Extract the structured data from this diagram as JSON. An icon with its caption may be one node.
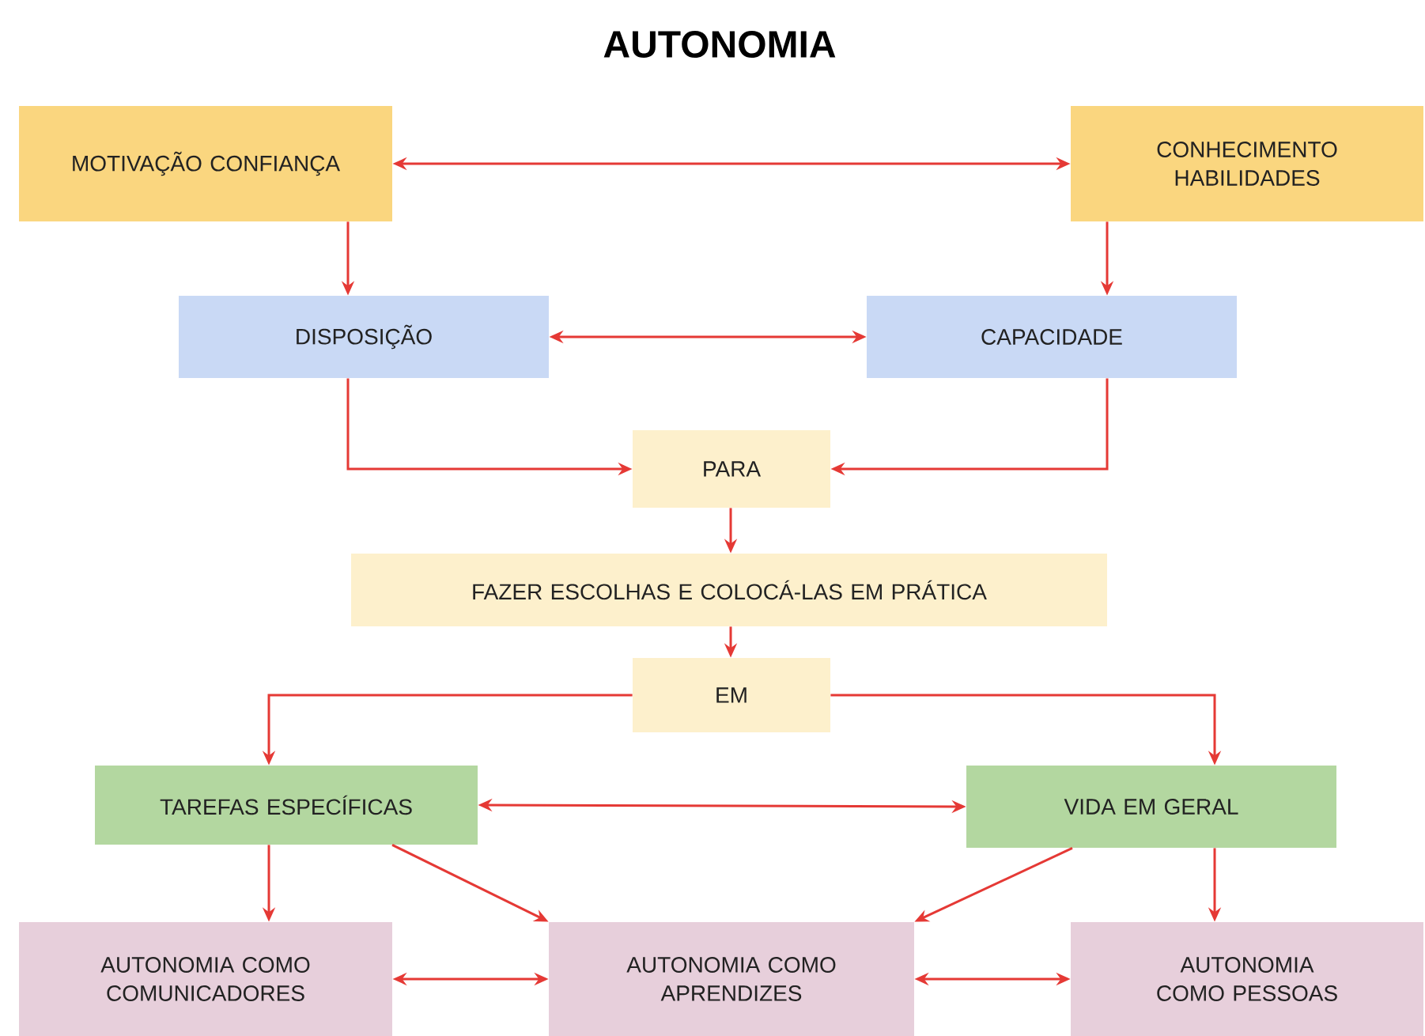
{
  "diagram": {
    "title": "AUTONOMIA",
    "nodes": [
      {
        "text": [
          "MOTIVAÇÃO CONFIANÇA"
        ]
      },
      {
        "text": [
          "CONHECIMENTO HABILIDADES"
        ]
      },
      {
        "text": [
          "DISPOSIÇÃO"
        ]
      },
      {
        "text": [
          "CAPACIDADE"
        ]
      },
      {
        "text": [
          "PARA"
        ]
      },
      {
        "text": [
          "FAZER ESCOLHAS E COLOCÁ-LAS EM PRÁTICA"
        ]
      },
      {
        "text": [
          "EM"
        ]
      },
      {
        "text": [
          "TAREFAS ESPECÍFICAS"
        ]
      },
      {
        "text": [
          "VIDA EM GERAL"
        ]
      },
      {
        "text": [
          "AUTONOMIA COMO COMUNICADORES"
        ]
      },
      {
        "text": [
          "AUTONOMIA COMO APRENDIZES"
        ]
      },
      {
        "text": [
          "AUTONOMIA COMO PESSOAS"
        ]
      }
    ],
    "edges": [
      {
        "from": 0,
        "to": 1,
        "arrow": "both"
      },
      {
        "from": 0,
        "to": 2,
        "arrow": "to"
      },
      {
        "from": 1,
        "to": 3,
        "arrow": "to"
      },
      {
        "from": 2,
        "to": 3,
        "arrow": "both"
      },
      {
        "from": 2,
        "to": 4,
        "arrow": "to"
      },
      {
        "from": 3,
        "to": 4,
        "arrow": "to"
      },
      {
        "from": 4,
        "to": 5,
        "arrow": "to"
      },
      {
        "from": 5,
        "to": 6,
        "arrow": "to"
      },
      {
        "from": 6,
        "to": 7,
        "arrow": "to"
      },
      {
        "from": 6,
        "to": 8,
        "arrow": "to"
      },
      {
        "from": 7,
        "to": 8,
        "arrow": "both"
      },
      {
        "from": 7,
        "to": 9,
        "arrow": "to"
      },
      {
        "from": 7,
        "to": 10,
        "arrow": "to"
      },
      {
        "from": 8,
        "to": 10,
        "arrow": "to"
      },
      {
        "from": 8,
        "to": 11,
        "arrow": "to"
      },
      {
        "from": 9,
        "to": 10,
        "arrow": "both"
      },
      {
        "from": 10,
        "to": 11,
        "arrow": "both"
      }
    ]
  }
}
